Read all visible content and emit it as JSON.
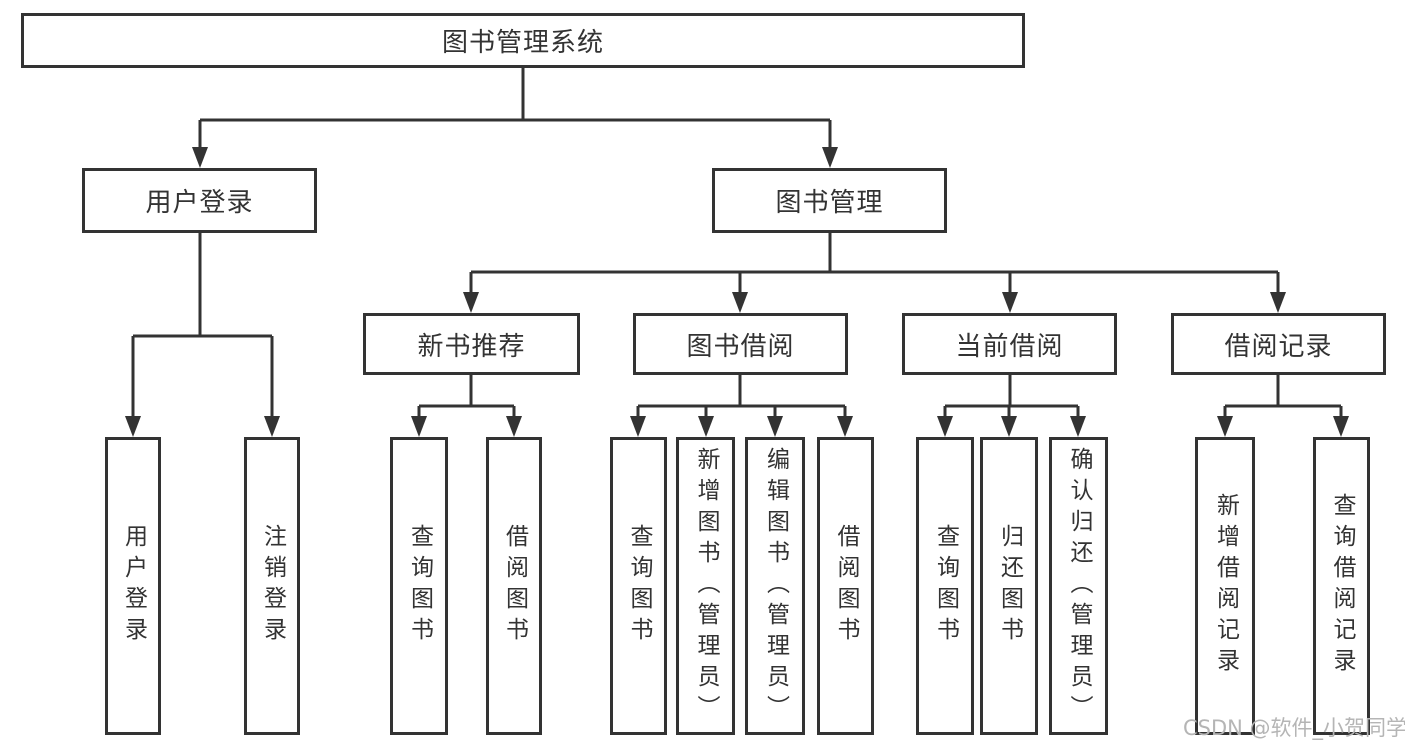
{
  "title": "图书管理系统",
  "watermark": "CSDN @软件_小贺同学",
  "colors": {
    "line": "#333333",
    "text": "#333333",
    "watermark": "#b5b5b5",
    "background": "#ffffff"
  },
  "branches": {
    "login": {
      "label": "用户登录",
      "leaves": [
        "用户登录",
        "注销登录"
      ]
    },
    "management": {
      "label": "图书管理",
      "sections": [
        {
          "label": "新书推荐",
          "leaves": [
            "查询图书",
            "借阅图书"
          ]
        },
        {
          "label": "图书借阅",
          "leaves": [
            "查询图书",
            "新增图书（管理员）",
            "编辑图书（管理员）",
            "借阅图书"
          ]
        },
        {
          "label": "当前借阅",
          "leaves": [
            "查询图书",
            "归还图书",
            "确认归还（管理员）"
          ]
        },
        {
          "label": "借阅记录",
          "leaves": [
            "新增借阅记录",
            "查询借阅记录"
          ]
        }
      ]
    }
  }
}
